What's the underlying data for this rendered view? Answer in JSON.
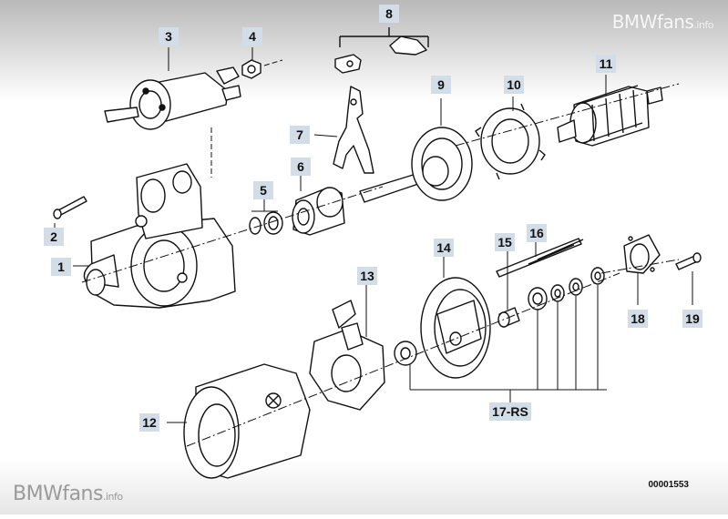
{
  "watermark": {
    "brand": "BMWfans",
    "suffix": ".info"
  },
  "diagram_id": "00001553",
  "callouts": [
    {
      "id": "1",
      "label": "1"
    },
    {
      "id": "2",
      "label": "2"
    },
    {
      "id": "3",
      "label": "3"
    },
    {
      "id": "4",
      "label": "4"
    },
    {
      "id": "5",
      "label": "5"
    },
    {
      "id": "6",
      "label": "6"
    },
    {
      "id": "7",
      "label": "7"
    },
    {
      "id": "8",
      "label": "8"
    },
    {
      "id": "9",
      "label": "9"
    },
    {
      "id": "10",
      "label": "10"
    },
    {
      "id": "11",
      "label": "11"
    },
    {
      "id": "12",
      "label": "12"
    },
    {
      "id": "13",
      "label": "13"
    },
    {
      "id": "14",
      "label": "14"
    },
    {
      "id": "15",
      "label": "15"
    },
    {
      "id": "16",
      "label": "16"
    },
    {
      "id": "17",
      "label": "17-RS"
    },
    {
      "id": "18",
      "label": "18"
    },
    {
      "id": "19",
      "label": "19"
    }
  ]
}
